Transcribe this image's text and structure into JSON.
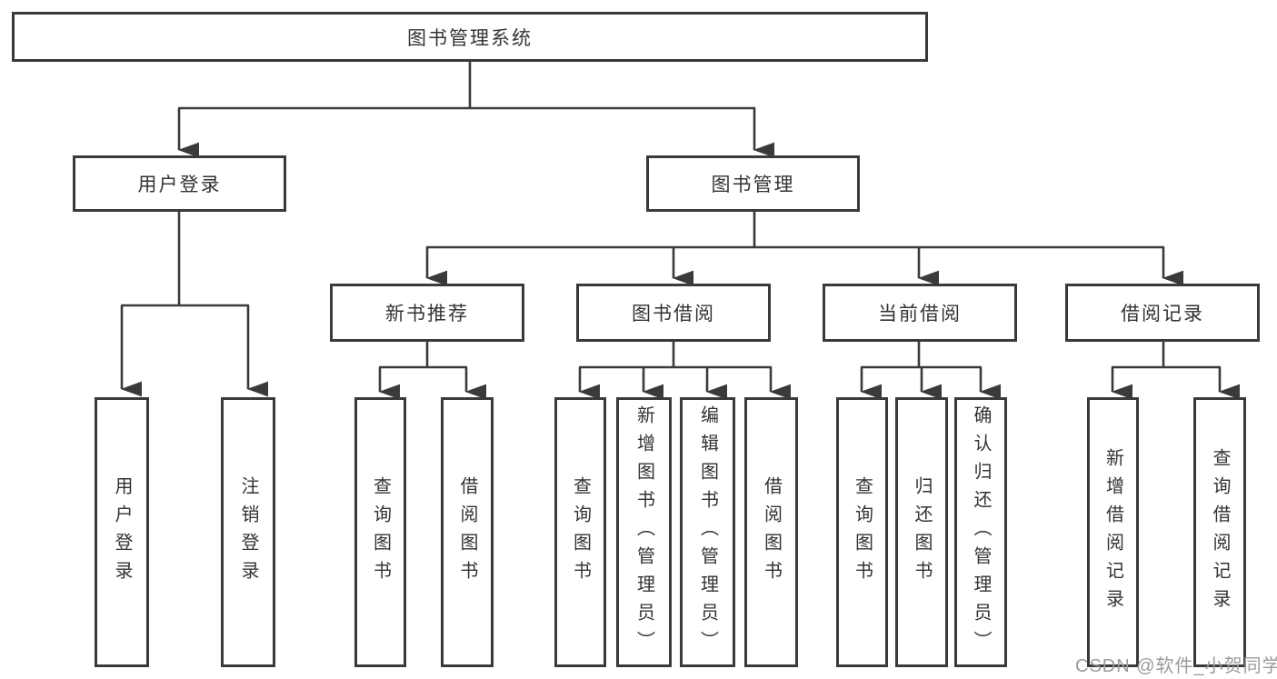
{
  "diagram": {
    "title_note": "library management system functional structure tree",
    "root": {
      "label": "图书管理系统"
    },
    "level1": [
      {
        "label": "用户登录",
        "parent": "图书管理系统"
      },
      {
        "label": "图书管理",
        "parent": "图书管理系统"
      }
    ],
    "level2": [
      {
        "label": "新书推荐",
        "parent": "图书管理"
      },
      {
        "label": "图书借阅",
        "parent": "图书管理"
      },
      {
        "label": "当前借阅",
        "parent": "图书管理"
      },
      {
        "label": "借阅记录",
        "parent": "图书管理"
      }
    ],
    "leaves": [
      {
        "label": "用户登录",
        "parent": "用户登录"
      },
      {
        "label": "注销登录",
        "parent": "用户登录"
      },
      {
        "label": "查询图书",
        "parent": "新书推荐"
      },
      {
        "label": "借阅图书",
        "parent": "新书推荐"
      },
      {
        "label": "查询图书",
        "parent": "图书借阅"
      },
      {
        "label": "新增图书（管理员）",
        "parent": "图书借阅"
      },
      {
        "label": "编辑图书（管理员）",
        "parent": "图书借阅"
      },
      {
        "label": "借阅图书",
        "parent": "图书借阅"
      },
      {
        "label": "查询图书",
        "parent": "当前借阅"
      },
      {
        "label": "归还图书",
        "parent": "当前借阅"
      },
      {
        "label": "确认归还（管理员）",
        "parent": "当前借阅"
      },
      {
        "label": "新增借阅记录",
        "parent": "借阅记录"
      },
      {
        "label": "查询借阅记录",
        "parent": "借阅记录"
      }
    ]
  },
  "colors": {
    "line": "#3a3a3a",
    "border": "#3a3a3a",
    "text": "#333333",
    "watermark": "#9b9b9b",
    "background": "#ffffff"
  },
  "watermark": {
    "text": "CSDN @软件_小贺同学"
  }
}
